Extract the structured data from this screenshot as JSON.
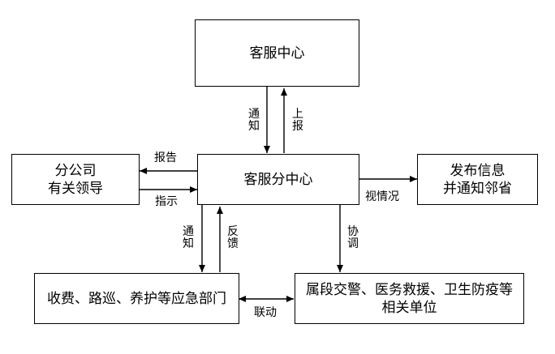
{
  "boxes": {
    "kefu_center": "客服中心",
    "kefu_sub_center": "客服分中心",
    "branch_leaders": "分公司\n有关领导",
    "publish_info": "发布信息\n并通知邻省",
    "toll_patrol": "收费、路巡、养护等应急部门",
    "police_medical": "属段交警、医务救援、卫生防疫等相关单位"
  },
  "labels": {
    "notify_1": "通知",
    "report_up": "上报",
    "report": "报告",
    "instruct": "指示",
    "depending": "视情况",
    "notify_2": "通知",
    "feedback": "反馈",
    "coordinate": "协调",
    "linkage": "联动"
  }
}
